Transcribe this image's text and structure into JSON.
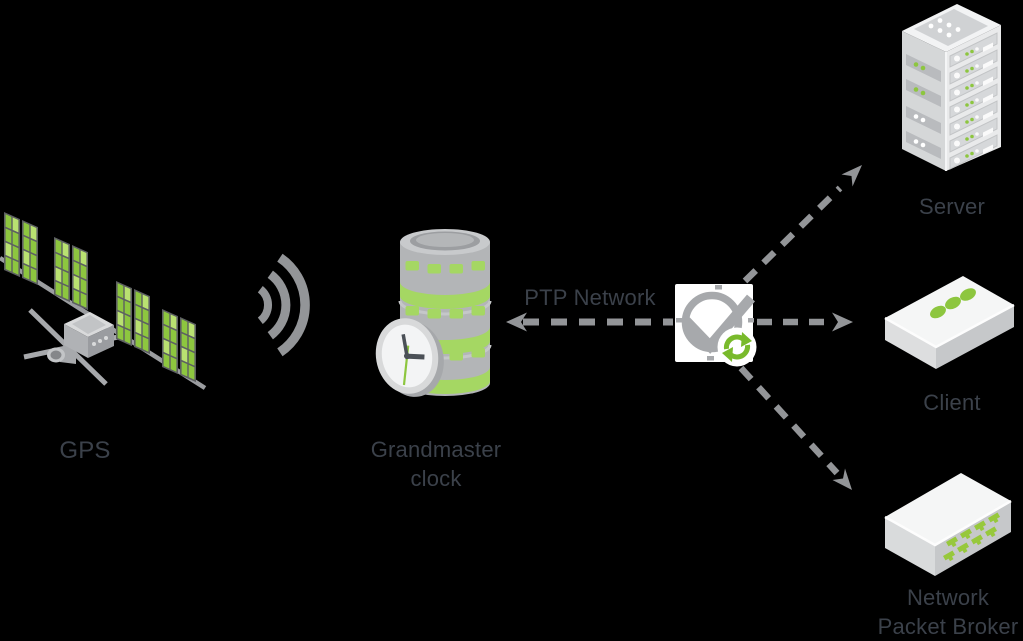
{
  "diagram": {
    "type": "network-topology",
    "background_color": "#000000",
    "colors": {
      "text": "#3b414a",
      "line_gray": "#939598",
      "icon_gray": "#a7a9ac",
      "cylinder_gray": "#b3b5b7",
      "accent_green": "#8dc63f",
      "band_green": "#a5d763",
      "sync_green": "#79ba2b"
    },
    "nodes": {
      "gps": {
        "label": "GPS",
        "icon": "satellite-icon"
      },
      "grandmaster": {
        "label": "Grandmaster\nclock",
        "icon": "database-clock-icon"
      },
      "ptp_network": {
        "label": "PTP Network",
        "icon": "time-sync-check-icon"
      },
      "server": {
        "label": "Server",
        "icon": "server-rack-icon"
      },
      "client": {
        "label": "Client",
        "icon": "client-device-icon"
      },
      "packet_broker": {
        "label": "Network\nPacket Broker",
        "icon": "packet-broker-icon"
      }
    },
    "connections": [
      {
        "from": "gps",
        "to": "grandmaster",
        "style": "wireless-signal"
      },
      {
        "from": "ptp_network",
        "to": "grandmaster",
        "style": "dashed-arrow"
      },
      {
        "from": "ptp_network",
        "to": "server",
        "style": "dashed-arrow"
      },
      {
        "from": "ptp_network",
        "to": "client",
        "style": "dashed-arrow"
      },
      {
        "from": "ptp_network",
        "to": "packet_broker",
        "style": "dashed-arrow"
      }
    ]
  }
}
